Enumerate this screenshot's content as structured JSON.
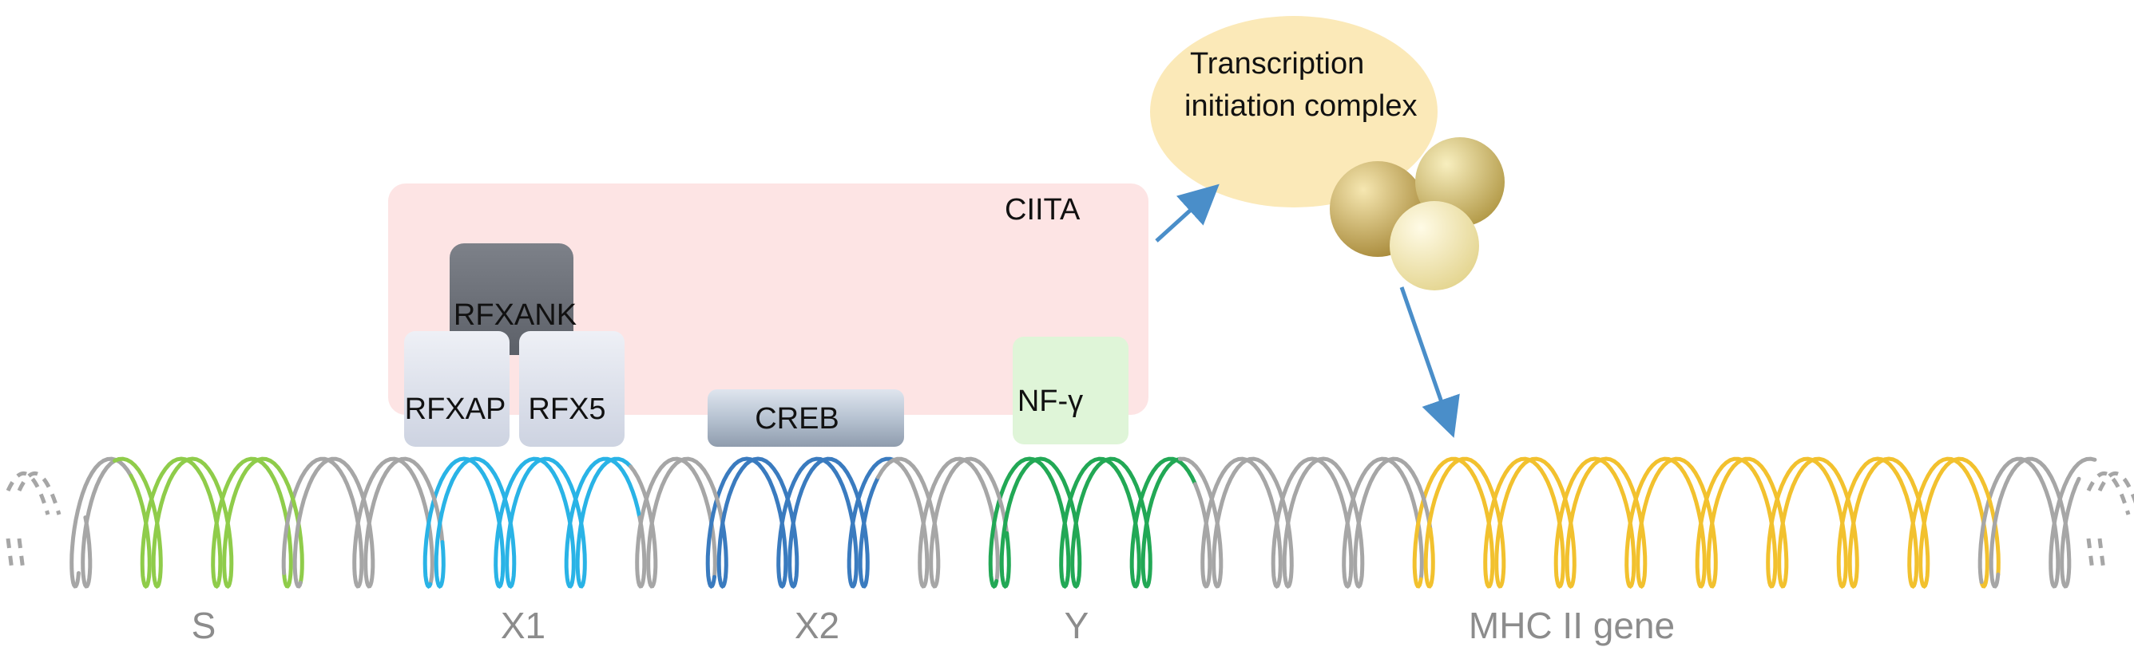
{
  "factors": {
    "ciita": "CIITA",
    "rfxank": "RFXANK",
    "rfxap": "RFXAP",
    "rfx5": "RFX5",
    "creb": "CREB",
    "nfy": "NF-γ"
  },
  "complex": {
    "line1": "Transcription",
    "line2": "initiation complex"
  },
  "dna_labels": {
    "s": "S",
    "x1": "X1",
    "x2": "X2",
    "y": "Y",
    "gene": "MHC II gene"
  },
  "colors": {
    "dna_gray": "#a6a6a6",
    "s_box": "#8fcc4a",
    "x1_box": "#29b3e6",
    "x2_box": "#3a7bbf",
    "y_box": "#22a855",
    "gene": "#f2c12e",
    "ciita_fill": "#fde4e4",
    "nfy_fill": "#dff5d8",
    "complex_fill": "#fbe9b8",
    "arrow": "#4a8ec9",
    "label_gray": "#8c8c8c"
  }
}
